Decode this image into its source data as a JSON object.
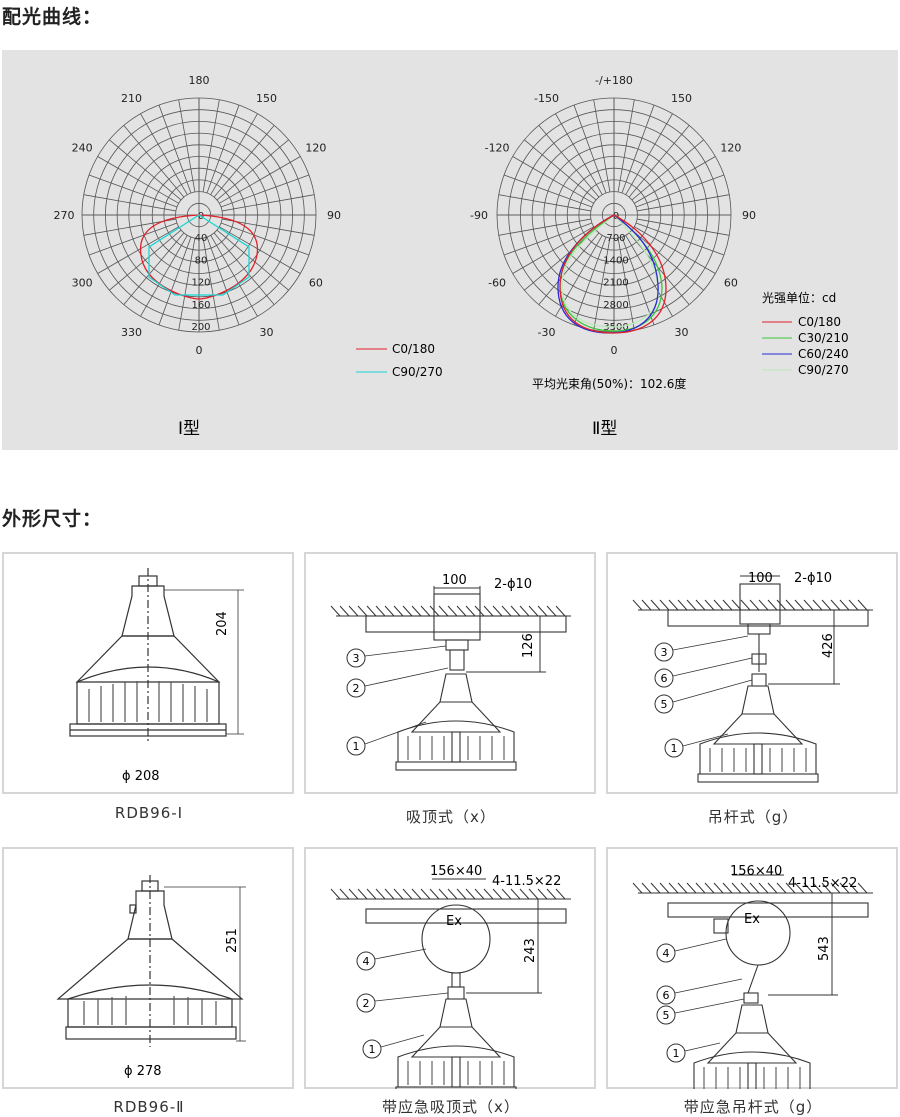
{
  "sections": {
    "light_curve": "配光曲线：",
    "dimensions": "外形尺寸："
  },
  "polar1": {
    "angles": [
      "180",
      "150",
      "120",
      "90",
      "60",
      "30",
      "0",
      "330",
      "300",
      "270",
      "240",
      "210"
    ],
    "radials": [
      "0",
      "40",
      "80",
      "120",
      "160",
      "200"
    ],
    "legend": [
      {
        "name": "C0/180",
        "color": "#e0202a"
      },
      {
        "name": "C90/270",
        "color": "#19d4d4"
      }
    ],
    "type_label": "Ⅰ型"
  },
  "polar2": {
    "angles": [
      "-/+180",
      "150",
      "120",
      "90",
      "60",
      "30",
      "0",
      "-30",
      "-60",
      "-90",
      "-120",
      "-150"
    ],
    "radials": [
      "0",
      "700",
      "1400",
      "2100",
      "2800",
      "3500"
    ],
    "unit": "光强单位：cd",
    "legend": [
      {
        "name": "C0/180",
        "color": "#e0202a"
      },
      {
        "name": "C30/210",
        "color": "#3bc43b"
      },
      {
        "name": "C60/240",
        "color": "#2a2ad6"
      },
      {
        "name": "C90/270",
        "color": "#b8e8b8"
      }
    ],
    "beam_angle": "平均光束角(50%)：102.6度",
    "type_label": "Ⅱ型"
  },
  "drawings": [
    {
      "caption": "RDB96-Ⅰ",
      "dims": [
        "204",
        "ϕ 208"
      ]
    },
    {
      "caption": "吸顶式（x）",
      "dims": [
        "100",
        "2-ϕ10",
        "126"
      ],
      "callouts": [
        "3",
        "2",
        "1"
      ]
    },
    {
      "caption": "吊杆式（g）",
      "dims": [
        "100",
        "2-ϕ10",
        "426"
      ],
      "callouts": [
        "3",
        "6",
        "5",
        "1"
      ]
    },
    {
      "caption": "RDB96-Ⅱ",
      "dims": [
        "251",
        "ϕ 278"
      ]
    },
    {
      "caption": "带应急吸顶式（x）",
      "dims": [
        "156×40",
        "4-11.5×22",
        "243"
      ],
      "callouts": [
        "4",
        "2",
        "1"
      ],
      "mark": "Ex"
    },
    {
      "caption": "带应急吊杆式（g）",
      "dims": [
        "156×40",
        "4-11.5×22",
        "543"
      ],
      "callouts": [
        "4",
        "6",
        "5",
        "1"
      ],
      "mark": "Ex"
    }
  ]
}
